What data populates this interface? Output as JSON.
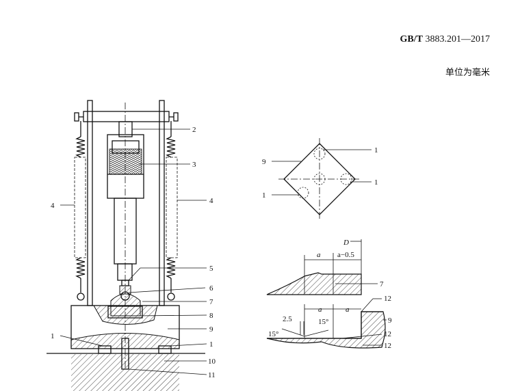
{
  "header": {
    "standard_prefix": "GB/T",
    "standard_number": "3883.201—2017",
    "unit_note": "单位为毫米"
  },
  "figure_left": {
    "labels": {
      "l1a": "1",
      "l1b": "1",
      "l2": "2",
      "l3": "3",
      "l4a": "4",
      "l4b": "4",
      "l5": "5",
      "l6": "6",
      "l7": "7",
      "l8": "8",
      "l9": "9",
      "l10": "10",
      "l11": "11"
    }
  },
  "figure_top_right": {
    "labels": {
      "l9": "9",
      "l1a": "1",
      "l1b": "1",
      "l1c": "1"
    }
  },
  "figure_bottom_right": {
    "labels": {
      "D": "D",
      "a1": "a",
      "a_minus": "a−0.5",
      "a2": "a",
      "a3": "a",
      "dim_2_5": "2.5",
      "angle1": "15°",
      "angle2": "15°",
      "l7": "7",
      "l9": "9",
      "l12a": "12",
      "l12b": "12",
      "l12c": "12"
    }
  }
}
